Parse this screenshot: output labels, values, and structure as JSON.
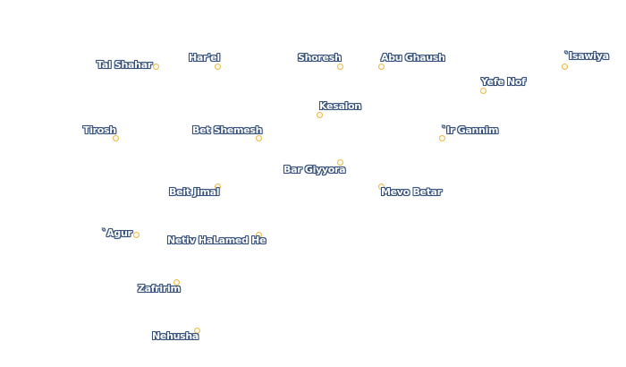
{
  "style": {
    "label_text": "#ffffff",
    "label_halo": "#35507a",
    "dot_stroke": "#e8b94a",
    "dot_fill": "#fff8e6"
  },
  "places": [
    {
      "id": "tal-shahar",
      "name": "Tal Shahar"
    },
    {
      "id": "harel",
      "name": "Har'el"
    },
    {
      "id": "shoresh",
      "name": "Shoresh"
    },
    {
      "id": "abu-ghaush",
      "name": "Abu Ghaush"
    },
    {
      "id": "isawiya",
      "name": "`Isawiya"
    },
    {
      "id": "yefe-nof",
      "name": "Yefe Nof"
    },
    {
      "id": "kesalon",
      "name": "Kesalon"
    },
    {
      "id": "tirosh",
      "name": "Tirosh"
    },
    {
      "id": "bet-shemesh",
      "name": "Bet Shemesh"
    },
    {
      "id": "ir-gannim",
      "name": "`Ir Gannim"
    },
    {
      "id": "bar-giyyora",
      "name": "Bar Giyyora"
    },
    {
      "id": "beit-jimal",
      "name": "Beit Jimal"
    },
    {
      "id": "mevo-betar",
      "name": "Mevo Betar"
    },
    {
      "id": "agur",
      "name": "`Agur"
    },
    {
      "id": "netiv-halamed-he",
      "name": "Netiv HaLamed He"
    },
    {
      "id": "zafririm",
      "name": "Zafririm"
    },
    {
      "id": "nehusha",
      "name": "Nehusha"
    }
  ]
}
